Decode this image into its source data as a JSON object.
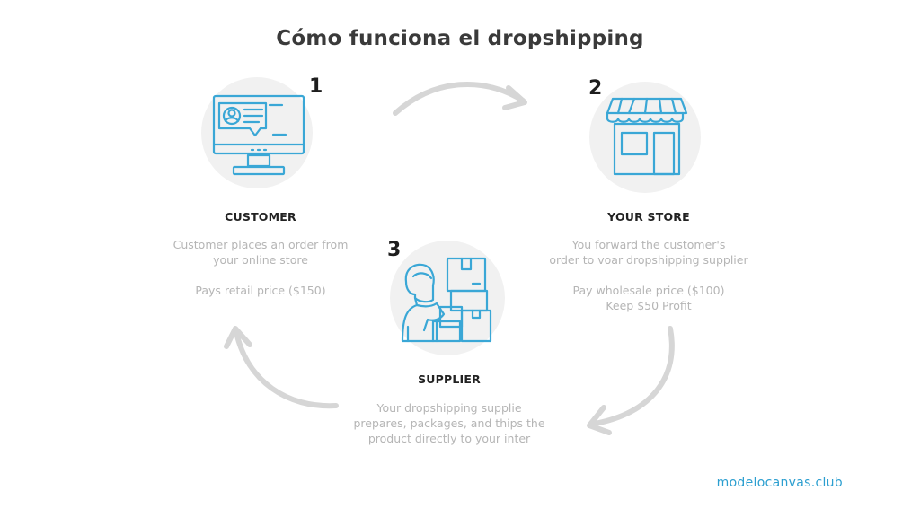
{
  "title": "Cómo funciona el dropshipping",
  "steps": {
    "customer": {
      "number": "1",
      "heading": "CUSTOMER",
      "lines": [
        "Customer places an order from",
        "your online store",
        "",
        "Pays retail price ($150)"
      ],
      "icon": "computer-user-icon"
    },
    "store": {
      "number": "2",
      "heading": "YOUR STORE",
      "lines": [
        "You forward the customer's",
        "order to voar dropshipping supplier",
        "",
        "Pay wholesale price ($100)",
        "Keep $50 Profit"
      ],
      "icon": "storefront-icon"
    },
    "supplier": {
      "number": "3",
      "heading": "SUPPLIER",
      "lines": [
        "Your dropshipping supplie",
        "prepares, packages, and thips the",
        "product directly to your inter"
      ],
      "icon": "worker-boxes-icon"
    }
  },
  "brand": "modelocanvas.club",
  "colors": {
    "icon": "#3aa7d6",
    "arrow": "#d6d6d6",
    "circle": "#f1f1f1",
    "text_muted": "#b5b5b5",
    "brand": "#2c9fd0"
  }
}
